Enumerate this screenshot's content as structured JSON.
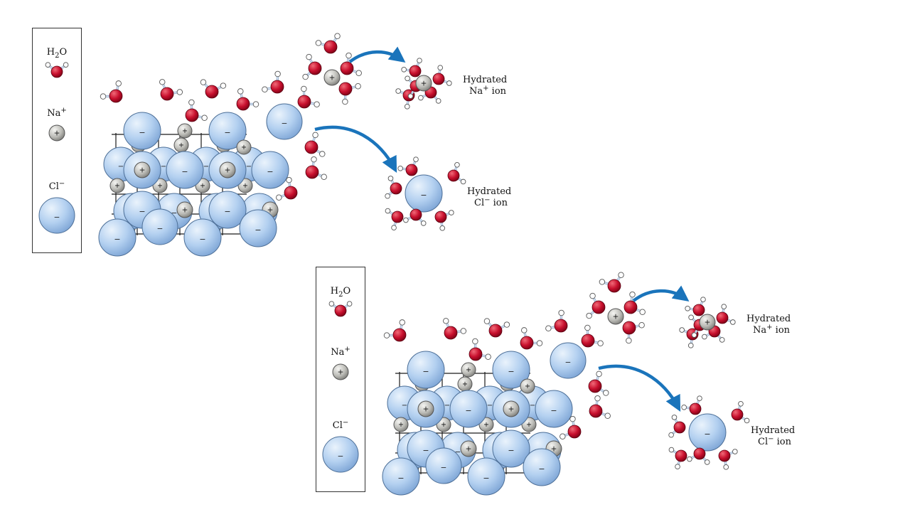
{
  "panels": [
    {
      "legend": {
        "water": "H2O",
        "sodium": "Na+",
        "chloride": "Cl−"
      },
      "labels": {
        "hydrated_na_line1": "Hydrated",
        "hydrated_na_line2": "Na+ ion",
        "hydrated_cl_line1": "Hydrated",
        "hydrated_cl_line2": "Cl− ion"
      }
    },
    {
      "legend": {
        "water": "H2O",
        "sodium": "Na+",
        "chloride": "Cl−"
      },
      "labels": {
        "hydrated_na_line1": "Hydrated",
        "hydrated_na_line2": "Na+ ion",
        "hydrated_cl_line1": "Hydrated",
        "hydrated_cl_line2": "Cl− ion"
      }
    }
  ],
  "ion_signs": {
    "positive": "+",
    "negative": "−"
  },
  "colors": {
    "chloride_fill": "#a9c9ee",
    "chloride_edge": "#4d6f97",
    "sodium_fill": "#b8b8b4",
    "oxygen": "#c8102e",
    "hydrogen": "#ffffff",
    "bond": "#9cb4d2",
    "arrow": "#1a74bb",
    "lattice_line": "#1a1a1a"
  }
}
